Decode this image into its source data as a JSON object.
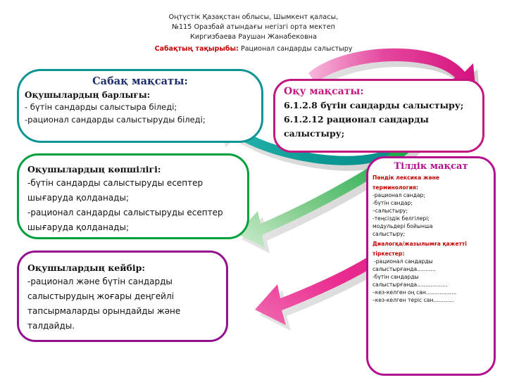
{
  "header": {
    "line1": "Оңтүстік Қазақстан облысы, Шымкент қаласы,",
    "line2": "№115 Оразбай атындағы негізгі орта мектеп",
    "line3": "Киргизбаева Раушан Жанабековна",
    "topic_label": "Сабақтың тақырыбы:",
    "topic_value": "Рационал сандарды салыстыру"
  },
  "lesson_aim": {
    "title": "Сабақ  мақсаты:",
    "head": "Оқушылардың барлығы:",
    "l1": "- бүтін сандарды салыстыра біледі;",
    "l2": "-рационал сандарды салыстыруды біледі;"
  },
  "learning_aim": {
    "title": "Оқу  мақсаты:",
    "l1": "6.1.2.8 бүтін сандарды салыстыру;",
    "l2": "6.1.2.12 рационал сандарды",
    "l3": "салыстыру;"
  },
  "majority": {
    "head": "Оқушылардың көпшілігі:",
    "l1": "-бүтін  сандарды салыстыруды есептер",
    "l2": "шығаруда қолданады;",
    "l3": "-рационал сандарды салыстыруды есептер",
    "l4": "шығаруда қолданады;"
  },
  "some": {
    "head": "Оқушылардың кейбір:",
    "l1": "-рационал және бүтін сандарды",
    "l2": "салыстырудың жоғары деңгейлі",
    "l3": "тапсырмаларды орындайды және",
    "l4": "талдайды."
  },
  "language_aim": {
    "title": "Тілдік мақсат",
    "sec1a": "Пәндік лексика және",
    "sec1b": "терминология:",
    "t1": "-рационал сандар;",
    "t2": "-бүтін сандар;",
    "t3": "–салыстыру;",
    "t4": "-теңсіздік белгілері;",
    "t5": "модульдері бойынша",
    "t6": "салыстыру;",
    "sec2a": "Диалогқа/жазылымға қажетті",
    "sec2b": "тіркестер:",
    "p1": " -рационал сандарды",
    "p2": "салыстырғанда...........",
    "p3": "-бүтін сандарды",
    "p4": "салыстырғанда..................",
    "p5": "–кез-келген оң сан..................",
    "p6": "–кез-келген теріс сан............"
  },
  "colors": {
    "teal": "#0d9494",
    "magenta": "#c2187f",
    "green": "#00a03c",
    "purple": "#93118e",
    "red": "#c00000",
    "navy": "#1f2f6b"
  },
  "decorations": {
    "arrow_top_right": "pink-curved-arrow",
    "arrow_middle_teal": "teal-curved-arrow",
    "arrow_green": "green-curved-arrow",
    "arrow_magenta": "magenta-curved-arrow"
  }
}
